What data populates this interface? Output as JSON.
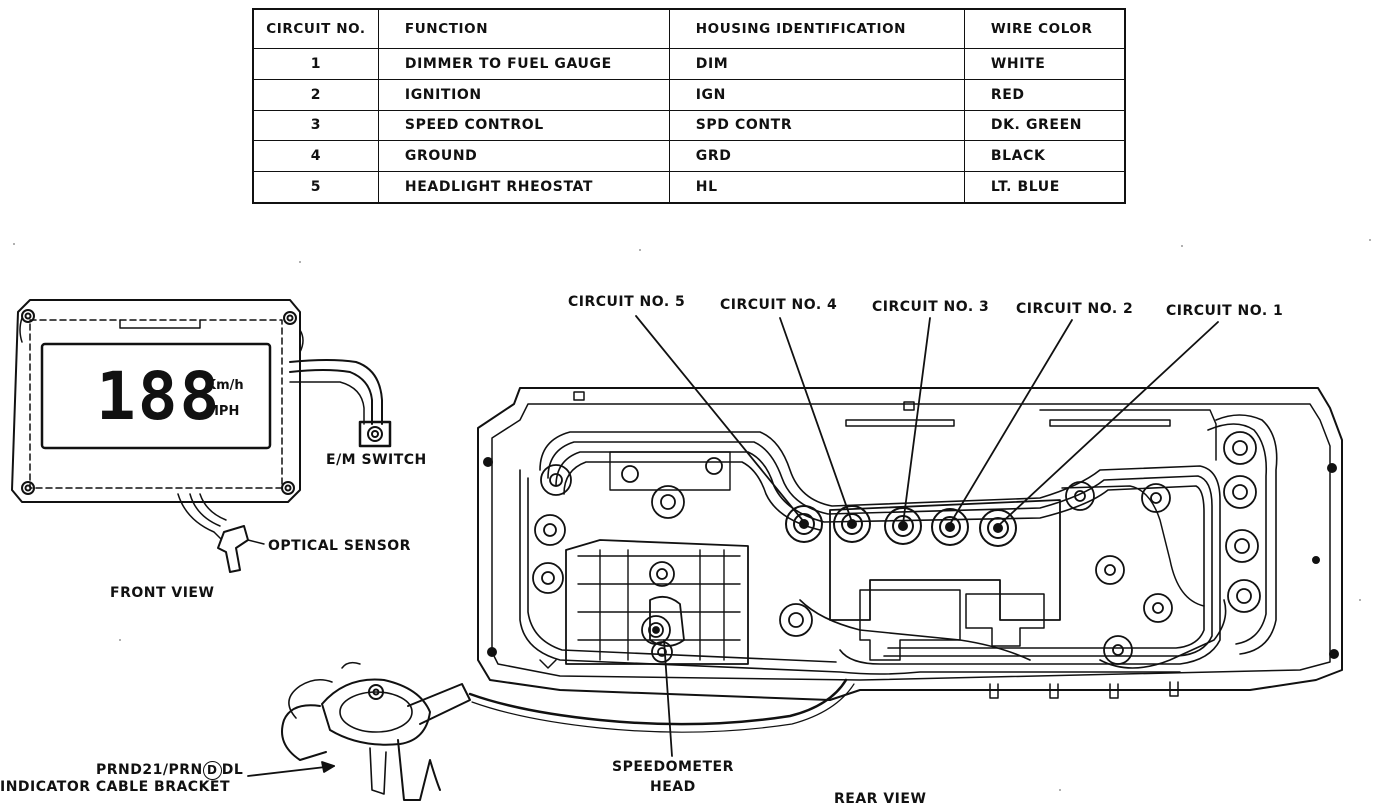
{
  "table": {
    "headers": [
      "CIRCUIT NO.",
      "FUNCTION",
      "HOUSING IDENTIFICATION",
      "WIRE COLOR"
    ],
    "rows": [
      [
        "1",
        "DIMMER TO FUEL GAUGE",
        "DIM",
        "WHITE"
      ],
      [
        "2",
        "IGNITION",
        "IGN",
        "RED"
      ],
      [
        "3",
        "SPEED CONTROL",
        "SPD CONTR",
        "DK. GREEN"
      ],
      [
        "4",
        "GROUND",
        "GRD",
        "BLACK"
      ],
      [
        "5",
        "HEADLIGHT RHEOSTAT",
        "HL",
        "LT. BLUE"
      ]
    ]
  },
  "front_view": {
    "display_digits": "188",
    "unit_kmh": "Km/h",
    "unit_mph": "MPH",
    "em_switch_label": "E/M SWITCH",
    "optical_sensor_label": "OPTICAL SENSOR",
    "title": "FRONT VIEW"
  },
  "rear_view": {
    "circuit_labels": [
      "CIRCUIT NO. 5",
      "CIRCUIT NO. 4",
      "CIRCUIT NO. 3",
      "CIRCUIT NO. 2",
      "CIRCUIT NO. 1"
    ],
    "speedometer_line1": "SPEEDOMETER",
    "speedometer_line2": "HEAD",
    "title": "REAR VIEW"
  },
  "bracket": {
    "line1_prefix": "PRND21/PRN",
    "line1_circled": "D",
    "line1_suffix": "DL",
    "line2": "INDICATOR CABLE BRACKET"
  }
}
